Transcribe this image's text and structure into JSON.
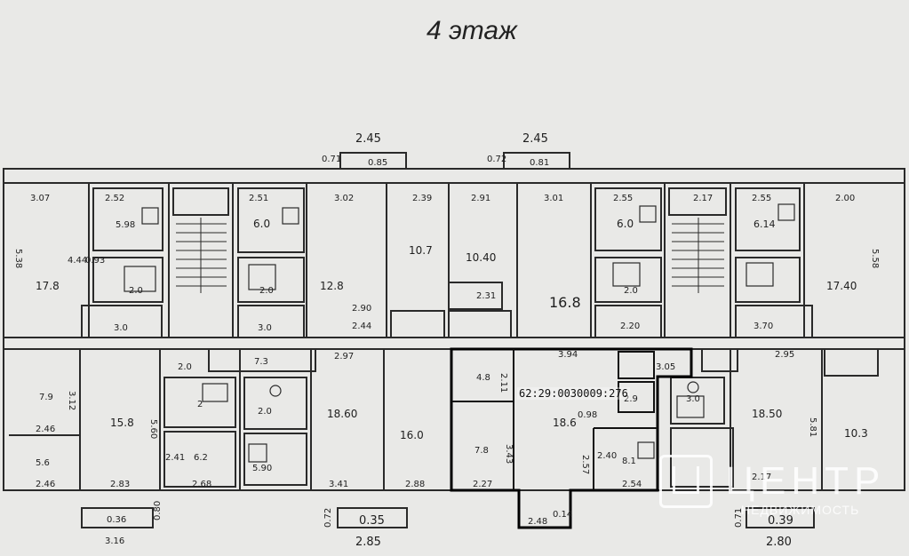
{
  "floor_title": "4 этаж",
  "cadastral_number": "62:29:0030009:276",
  "watermark": {
    "brand": "ЦЕНТР",
    "sub": "НЕДВИЖИМОСТЬ"
  },
  "balconies_top": [
    {
      "top_dim": "2.45",
      "area": "0.85",
      "side": "0.71"
    },
    {
      "top_dim": "2.45",
      "area": "0.81",
      "side": "0.72"
    }
  ],
  "balconies_bottom": [
    {
      "area": "0.36",
      "dim": "3.16",
      "side": "0.80"
    },
    {
      "area": "0.35",
      "dim": "2.85",
      "side": "0.72"
    },
    {
      "area": "0.39",
      "dim": "2.80",
      "side": "0.71"
    }
  ],
  "top_labels": [
    {
      "id": "t1",
      "text": "3.07"
    },
    {
      "id": "t2",
      "text": "2.52"
    },
    {
      "id": "t3",
      "text": "5.98"
    },
    {
      "id": "t4",
      "text": "17.8"
    },
    {
      "id": "t5",
      "text": "2.0"
    },
    {
      "id": "t6",
      "text": "3.0"
    },
    {
      "id": "t7",
      "text": "2.51"
    },
    {
      "id": "t8",
      "text": "6.0"
    },
    {
      "id": "t9",
      "text": "3.02"
    },
    {
      "id": "t10",
      "text": "2.0"
    },
    {
      "id": "t11",
      "text": "3.0"
    },
    {
      "id": "t12",
      "text": "12.8"
    },
    {
      "id": "t13",
      "text": "2.39"
    },
    {
      "id": "t14",
      "text": "10.7"
    },
    {
      "id": "t15",
      "text": "2.91"
    },
    {
      "id": "t16",
      "text": "10.40"
    },
    {
      "id": "t17",
      "text": "2.31"
    },
    {
      "id": "t18",
      "text": "3.01"
    },
    {
      "id": "t19",
      "text": "16.8"
    },
    {
      "id": "t20",
      "text": "2.55"
    },
    {
      "id": "t21",
      "text": "6.0"
    },
    {
      "id": "t22",
      "text": "2.0"
    },
    {
      "id": "t23",
      "text": "2.20"
    },
    {
      "id": "t24",
      "text": "2.17"
    },
    {
      "id": "t25",
      "text": "2.55"
    },
    {
      "id": "t26",
      "text": "6.14"
    },
    {
      "id": "t27",
      "text": "2.00"
    },
    {
      "id": "t28",
      "text": "17.40"
    },
    {
      "id": "t29",
      "text": "3.70"
    },
    {
      "id": "t30",
      "text": "5.58"
    },
    {
      "id": "t31",
      "text": "4.44"
    },
    {
      "id": "t32",
      "text": "2.90"
    },
    {
      "id": "t33",
      "text": "2.44"
    },
    {
      "id": "t34",
      "text": "0.93"
    },
    {
      "id": "t35",
      "text": "5.38"
    }
  ],
  "bottom_labels": [
    {
      "id": "b1",
      "text": "7.9"
    },
    {
      "id": "b2",
      "text": "3.12"
    },
    {
      "id": "b3",
      "text": "2.46"
    },
    {
      "id": "b4",
      "text": "5.6"
    },
    {
      "id": "b5",
      "text": "2.46"
    },
    {
      "id": "b6",
      "text": "15.8"
    },
    {
      "id": "b7",
      "text": "2.83"
    },
    {
      "id": "b8",
      "text": "5.60"
    },
    {
      "id": "b9",
      "text": "2.0"
    },
    {
      "id": "b10",
      "text": "2"
    },
    {
      "id": "b11",
      "text": "6.2"
    },
    {
      "id": "b12",
      "text": "2.41"
    },
    {
      "id": "b13",
      "text": "2.68"
    },
    {
      "id": "b14",
      "text": "7.3"
    },
    {
      "id": "b15",
      "text": "2.0"
    },
    {
      "id": "b16",
      "text": "5.90"
    },
    {
      "id": "b17",
      "text": "2.97"
    },
    {
      "id": "b18",
      "text": "18.60"
    },
    {
      "id": "b19",
      "text": "3.41"
    },
    {
      "id": "b20",
      "text": "16.0"
    },
    {
      "id": "b21",
      "text": "2.88"
    },
    {
      "id": "b22",
      "text": "3.94"
    },
    {
      "id": "b23",
      "text": "4.8"
    },
    {
      "id": "b24",
      "text": "2.11"
    },
    {
      "id": "b25",
      "text": "18.6"
    },
    {
      "id": "b26",
      "text": "7.8"
    },
    {
      "id": "b27",
      "text": "3.43"
    },
    {
      "id": "b28",
      "text": "2.27"
    },
    {
      "id": "b29",
      "text": "2.57"
    },
    {
      "id": "b30",
      "text": "8.1"
    },
    {
      "id": "b31",
      "text": "2.54"
    },
    {
      "id": "b32",
      "text": "3.05"
    },
    {
      "id": "b33",
      "text": "2.9"
    },
    {
      "id": "b34",
      "text": "3.0"
    },
    {
      "id": "b35",
      "text": "2.95"
    },
    {
      "id": "b36",
      "text": "18.50"
    },
    {
      "id": "b37",
      "text": "10.3"
    },
    {
      "id": "b38",
      "text": "5.81"
    },
    {
      "id": "b39",
      "text": "2.17"
    },
    {
      "id": "b40",
      "text": "2.40"
    },
    {
      "id": "b41",
      "text": "0.98"
    },
    {
      "id": "b42",
      "text": "2.48"
    },
    {
      "id": "b43",
      "text": "0.14"
    }
  ]
}
